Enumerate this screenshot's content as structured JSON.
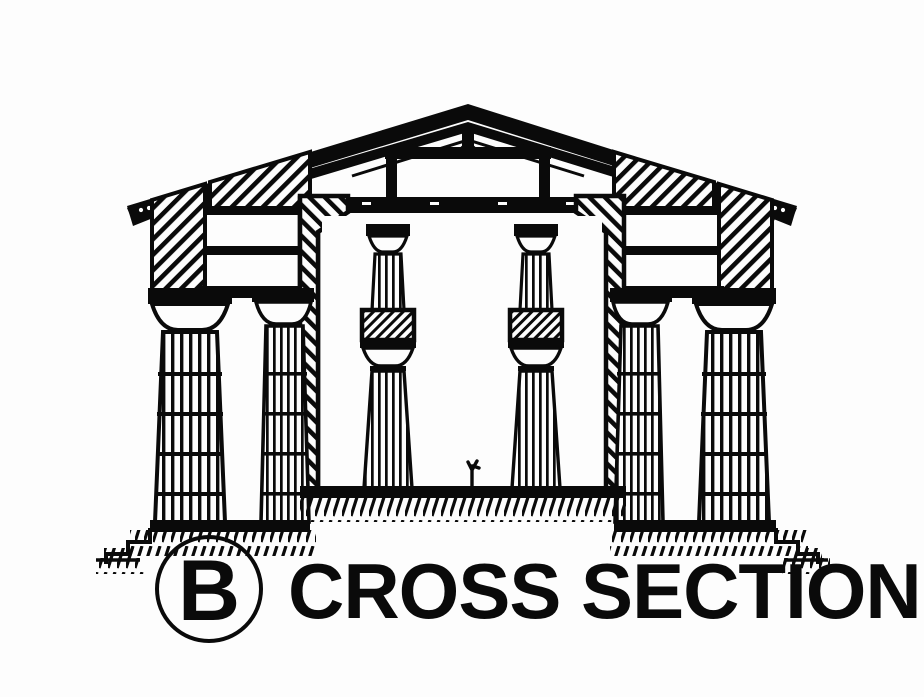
{
  "figure": {
    "title": "CROSS SECTION",
    "key_letter": "B",
    "subject": "Greek Doric temple transverse section",
    "background_color": "#fdfdfd",
    "ink_color": "#0a0a0a",
    "caption": {
      "key_letter": "B",
      "key_letter_shape": "circle-outline",
      "label": "CROSS SECTION"
    }
  },
  "elements": {
    "roof": {
      "name": "gabled-roof",
      "ridge_label": "ridge",
      "king_post_label": "king post",
      "tie_beam_label": "tie beam",
      "eave_left_label": "left eave cornice",
      "eave_right_label": "right eave cornice"
    },
    "entablature": {
      "left_label": "left entablature block",
      "right_label": "right entablature block",
      "hatch_label": "section hatch"
    },
    "cella": {
      "left_wall_label": "cella wall left",
      "right_wall_label": "cella wall right",
      "interior_label": "cella interior"
    },
    "columns": {
      "outer_left_label": "peristyle column outer left",
      "inner_left_label": "peristyle column inner left",
      "outer_right_label": "peristyle column outer right",
      "inner_right_label": "peristyle column inner right",
      "cella_left_label": "interior two-tier column left",
      "cella_right_label": "interior two-tier column right",
      "count_peristyle": 4,
      "count_interior": 2,
      "order": "Doric"
    },
    "base": {
      "stylobate_label": "stylobate",
      "ground_label": "ground line",
      "floor_label": "cella floor"
    },
    "scale_figure": {
      "label": "human scale figure"
    }
  }
}
